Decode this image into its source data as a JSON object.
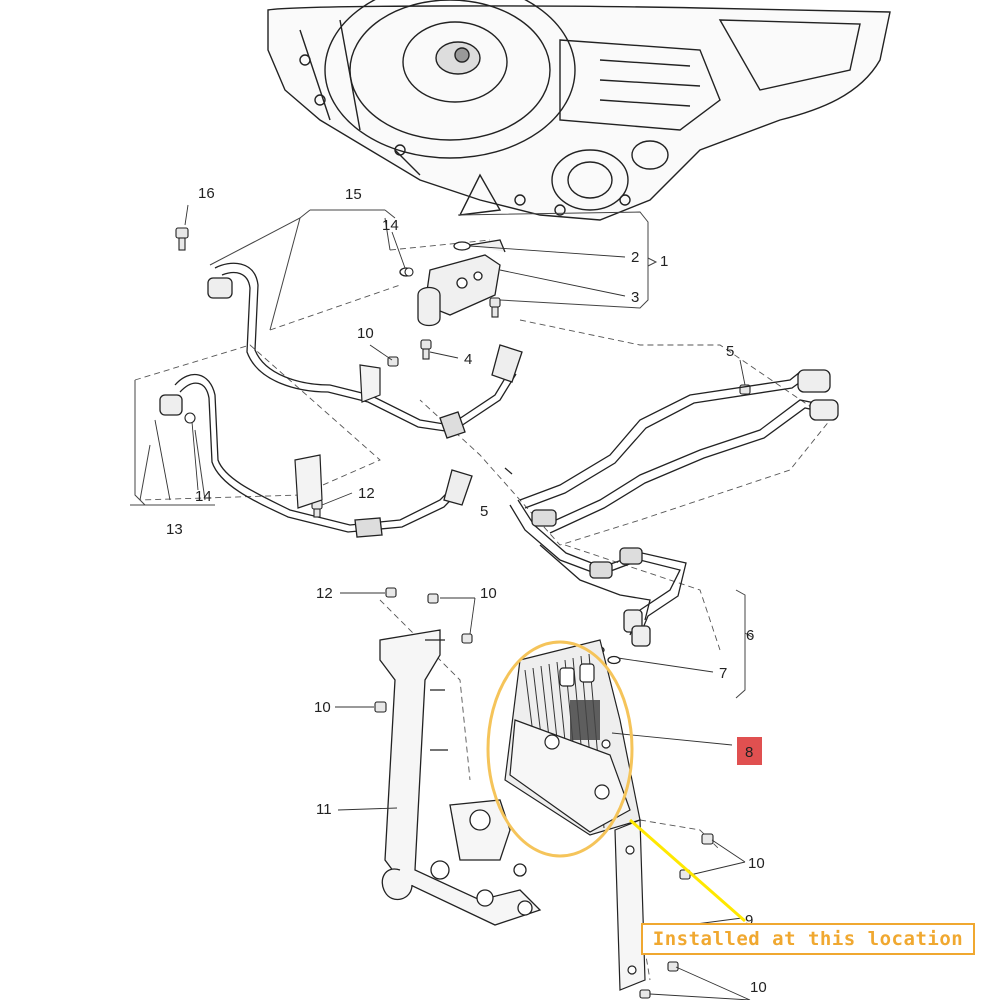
{
  "callouts": [
    {
      "id": "c1",
      "text": "1"
    },
    {
      "id": "c2",
      "text": "2"
    },
    {
      "id": "c3",
      "text": "3"
    },
    {
      "id": "c4",
      "text": "4"
    },
    {
      "id": "c5a",
      "text": "5"
    },
    {
      "id": "c5b",
      "text": "5"
    },
    {
      "id": "c6",
      "text": "6"
    },
    {
      "id": "c7",
      "text": "7"
    },
    {
      "id": "c8",
      "text": "8"
    },
    {
      "id": "c9",
      "text": "9"
    },
    {
      "id": "c10a",
      "text": "10"
    },
    {
      "id": "c10b",
      "text": "10"
    },
    {
      "id": "c10c",
      "text": "10"
    },
    {
      "id": "c10d",
      "text": "10"
    },
    {
      "id": "c10e",
      "text": "10"
    },
    {
      "id": "c11",
      "text": "11"
    },
    {
      "id": "c12a",
      "text": "12"
    },
    {
      "id": "c12b",
      "text": "12"
    },
    {
      "id": "c13",
      "text": "13"
    },
    {
      "id": "c14a",
      "text": "14"
    },
    {
      "id": "c14b",
      "text": "14"
    },
    {
      "id": "c15",
      "text": "15"
    },
    {
      "id": "c16",
      "text": "16"
    }
  ],
  "highlight": {
    "part_number": "8",
    "label": "Installed at this location",
    "label_color": "#f0a830",
    "marker_color": "#ffe800",
    "badge_color": "#e05050"
  }
}
